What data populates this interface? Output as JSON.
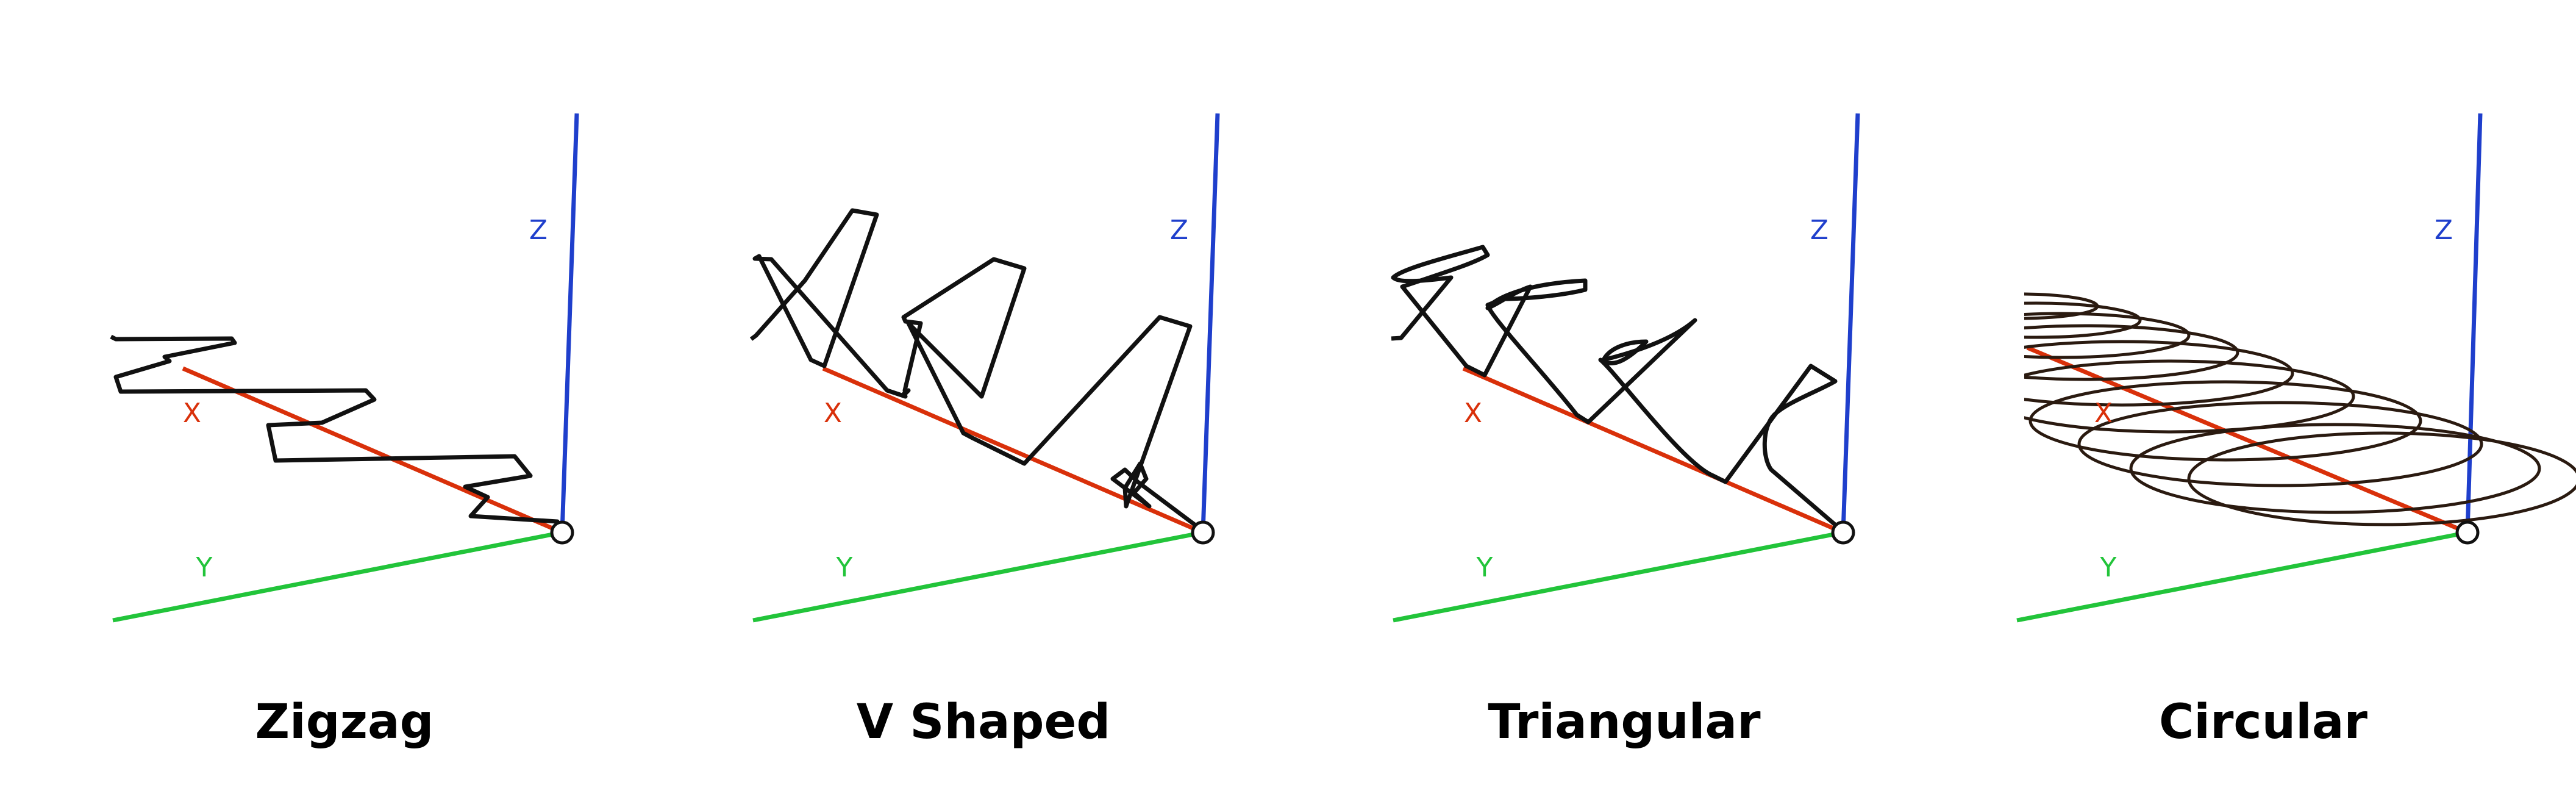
{
  "colors": {
    "x_axis": "#d9300a",
    "y_axis": "#22c43a",
    "z_axis": "#1f3fcc",
    "path": "#111111",
    "circular_path": "#2a1a10",
    "background": "#ffffff"
  },
  "axis_labels": {
    "x": "X",
    "y": "Y",
    "z": "Z"
  },
  "panels": [
    {
      "id": "zigzag",
      "title": "Zigzag"
    },
    {
      "id": "v-shaped",
      "title": "V Shaped"
    },
    {
      "id": "triangular",
      "title": "Triangular"
    },
    {
      "id": "circular",
      "title": "Circular"
    }
  ]
}
